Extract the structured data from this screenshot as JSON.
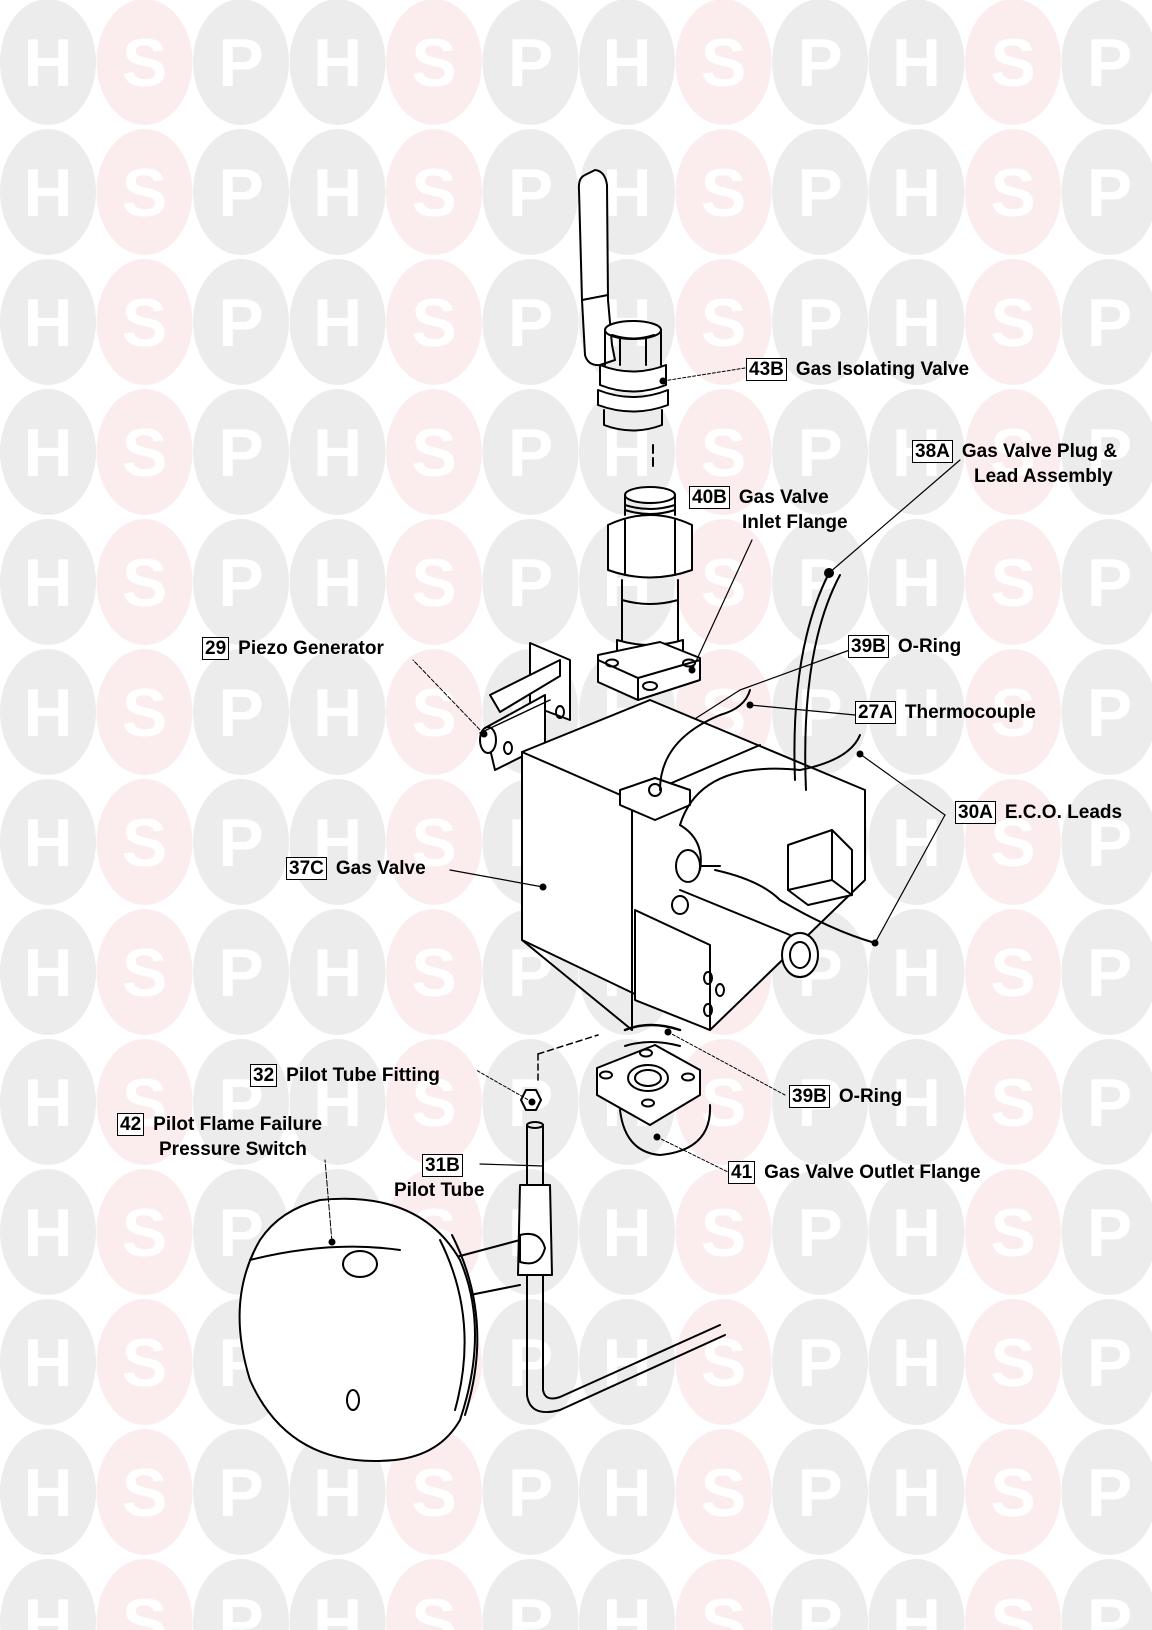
{
  "watermark": {
    "letters": [
      "H",
      "S",
      "P"
    ],
    "colors": {
      "H": "#ececec",
      "S": "#fbeded",
      "P": "#ececec"
    },
    "groups_per_row": 4,
    "rows": 13
  },
  "colors": {
    "ink": "#000000",
    "background": "#ffffff"
  },
  "parts": [
    {
      "id": "43B",
      "name": "Gas Isolating Valve"
    },
    {
      "id": "38A",
      "name": "Gas Valve Plug &",
      "name_line2": "Lead Assembly"
    },
    {
      "id": "40B",
      "name": "Gas Valve",
      "name_line2": "Inlet Flange"
    },
    {
      "id": "29",
      "name": "Piezo Generator"
    },
    {
      "id": "39B",
      "name": "O-Ring"
    },
    {
      "id": "27A",
      "name": "Thermocouple"
    },
    {
      "id": "30A",
      "name": "E.C.O. Leads"
    },
    {
      "id": "37C",
      "name": "Gas Valve"
    },
    {
      "id": "32",
      "name": "Pilot Tube Fitting"
    },
    {
      "id": "39B",
      "name": "O-Ring"
    },
    {
      "id": "42",
      "name": "Pilot Flame Failure",
      "name_line2": "Pressure Switch"
    },
    {
      "id": "31B",
      "name": "Pilot Tube"
    },
    {
      "id": "41",
      "name": "Gas Valve Outlet Flange"
    }
  ]
}
